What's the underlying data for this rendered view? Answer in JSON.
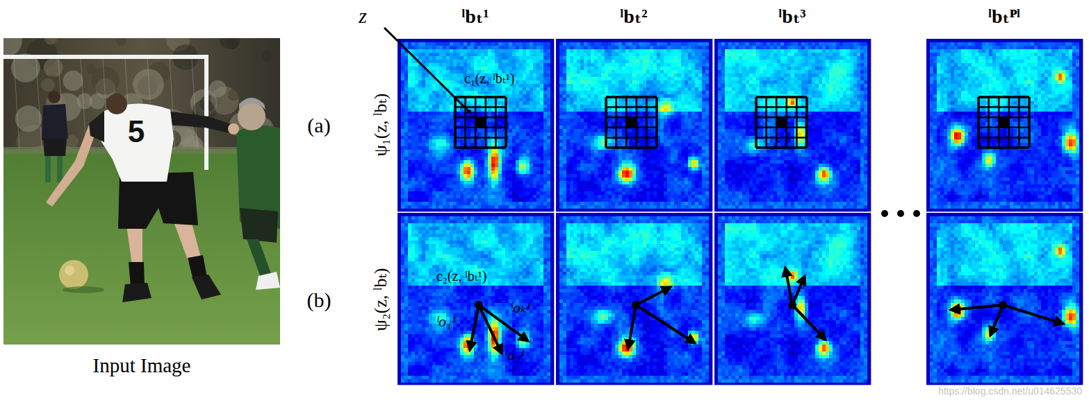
{
  "diagram": {
    "labels": [
      "z",
      "ˡbₜ¹",
      "ˡbₜ²",
      "ˡbₜ³",
      "ˡbₜᴾˡ",
      "(a)",
      "ψ₁(z, ˡbₜ)",
      "c₁(z, ˡbₜ¹)",
      "(b)",
      "ψ₂(z, ˡbₜ)",
      "c₂(z, ˡbₜ¹)",
      "ˡo₁¹",
      "ˡoₖ¹",
      "ˡo₂¹",
      "5",
      "Input Image",
      "https://blog.csdn.net/u014625530"
    ]
  }
}
